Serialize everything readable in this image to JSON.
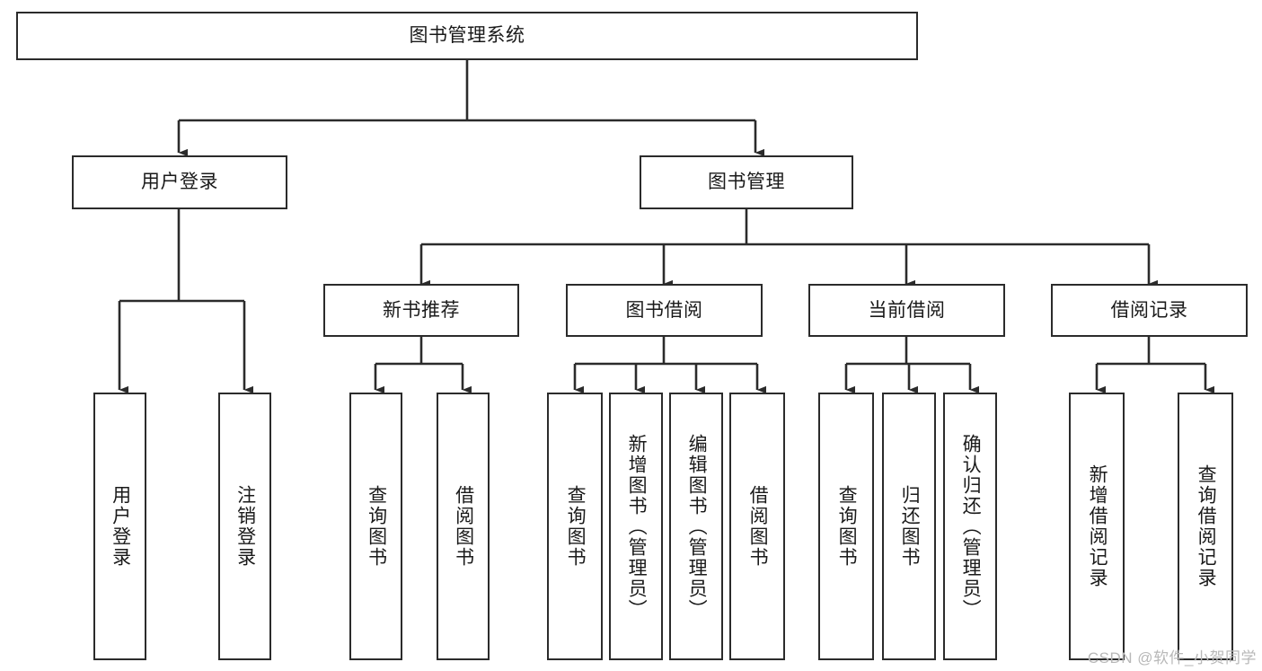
{
  "diagram": {
    "title": "图书管理系统",
    "type": "tree-hierarchy",
    "watermark": "CSDN @软件_小贺同学",
    "colors": {
      "stroke": "#2b2b2b",
      "fill": "#ffffff",
      "text": "#1a1a1a",
      "watermark": "#b8b8b8"
    },
    "nodes": {
      "root": {
        "label": "图书管理系统"
      },
      "level2": [
        {
          "id": "user-login",
          "label": "用户登录"
        },
        {
          "id": "book-management",
          "label": "图书管理"
        }
      ],
      "level3": [
        {
          "id": "new-book-recommend",
          "label": "新书推荐"
        },
        {
          "id": "book-borrow",
          "label": "图书借阅"
        },
        {
          "id": "current-borrow",
          "label": "当前借阅"
        },
        {
          "id": "borrow-record",
          "label": "借阅记录"
        }
      ],
      "leaves": {
        "user_login": [
          {
            "id": "leaf-user-login",
            "label": "用户登录"
          },
          {
            "id": "leaf-logout-login",
            "label": "注销登录"
          }
        ],
        "new_book_recommend": [
          {
            "id": "leaf-query-book-1",
            "label": "查询图书"
          },
          {
            "id": "leaf-borrow-book-1",
            "label": "借阅图书"
          }
        ],
        "book_borrow": [
          {
            "id": "leaf-query-book-2",
            "label": "查询图书"
          },
          {
            "id": "leaf-add-book",
            "label": "新增图书（管理员）"
          },
          {
            "id": "leaf-edit-book",
            "label": "编辑图书（管理员）"
          },
          {
            "id": "leaf-borrow-book-2",
            "label": "借阅图书"
          }
        ],
        "current_borrow": [
          {
            "id": "leaf-query-book-3",
            "label": "查询图书"
          },
          {
            "id": "leaf-return-book",
            "label": "归还图书"
          },
          {
            "id": "leaf-confirm-return",
            "label": "确认归还（管理员）"
          }
        ],
        "borrow_record": [
          {
            "id": "leaf-add-record",
            "label": "新增借阅记录"
          },
          {
            "id": "leaf-query-record",
            "label": "查询借阅记录"
          }
        ]
      }
    }
  }
}
